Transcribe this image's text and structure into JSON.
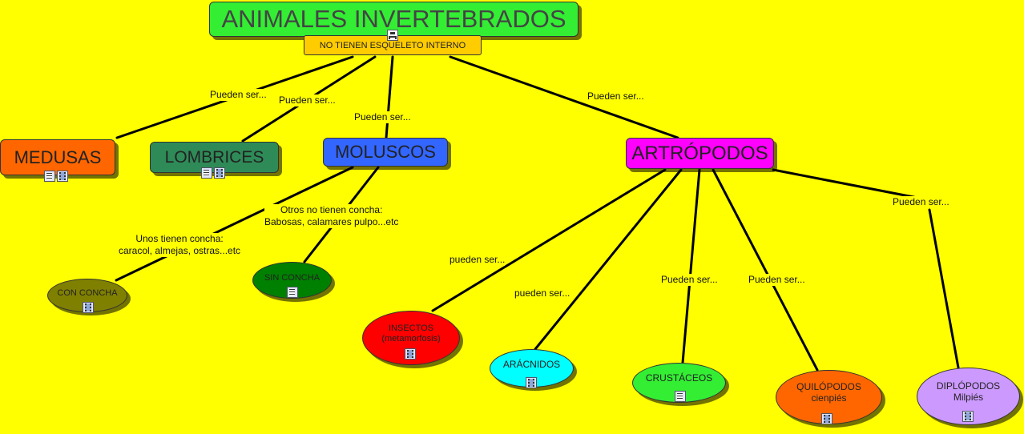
{
  "diagram": {
    "title": "ANIMALES INVERTEBRADOS",
    "subtitle": "NO TIENEN ESQUELETO INTERNO",
    "nodes": {
      "medusas": "MEDUSAS",
      "lombrices": "LOMBRICES",
      "moluscos": "MOLUSCOS",
      "artropodos": "ARTRÓPODOS",
      "con_concha": "CON CONCHA",
      "sin_concha": "SIN CONCHA",
      "insectos": "INSECTOS",
      "insectos_sub": "(metamorfosis)",
      "aracnidos": "ARÁCNIDOS",
      "crustaceos": "CRUSTÁCEOS",
      "quilopodos": "QUILÓPODOS",
      "quilopodos_sub": "cienpiés",
      "diplopodos": "DIPLÓPODOS",
      "diplopodos_sub": "Milpiés"
    },
    "links": {
      "pueden_ser_medusas": "Pueden ser...",
      "pueden_ser_lombrices": "Pueden ser...",
      "pueden_ser_moluscos": "Pueden ser...",
      "pueden_ser_artropodos": "Pueden ser...",
      "con_concha_line1": "Unos tienen concha:",
      "con_concha_line2": "caracol, almejas, ostras...etc",
      "sin_concha_line1": "Otros no tienen concha:",
      "sin_concha_line2": "Babosas, calamares pulpo...etc",
      "pueden_ser_insectos": "pueden ser...",
      "pueden_ser_aracnidos": "pueden ser...",
      "pueden_ser_crustaceos": "Pueden ser...",
      "pueden_ser_quilopodos": "Pueden ser...",
      "pueden_ser_diplopodos": "Pueden ser..."
    },
    "colors": {
      "background": "#ffff00",
      "title": "#33ee33",
      "subtitle": "#ffcc00",
      "medusas": "#ff6600",
      "lombrices": "#2e8b57",
      "moluscos": "#3366ff",
      "artropodos": "#ff00ff",
      "con_concha": "#808000",
      "sin_concha": "#008000",
      "insectos": "#ff0000",
      "aracnidos": "#00ffff",
      "crustaceos": "#33ee33",
      "quilopodos": "#ff6600",
      "diplopodos": "#cc99ff"
    },
    "icons": [
      "tree-icon",
      "document-icon",
      "film-icon"
    ]
  }
}
